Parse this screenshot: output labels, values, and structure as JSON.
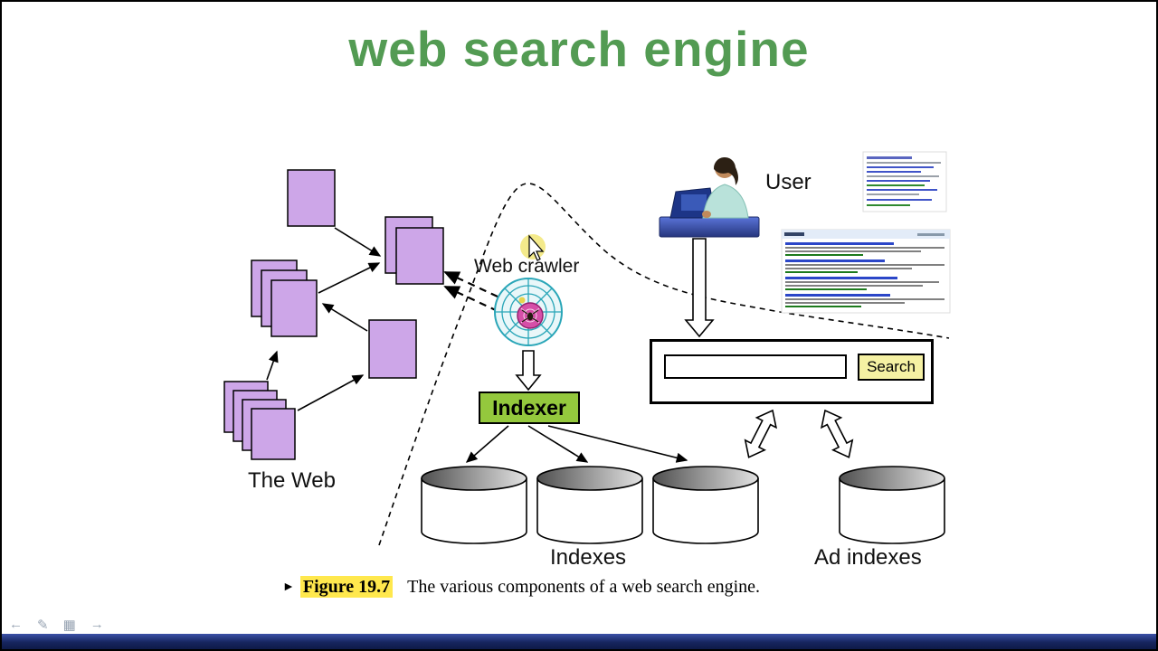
{
  "title": {
    "text": "web search engine"
  },
  "colors": {
    "title_color": "#539b53",
    "page_fill": "#cda6e8",
    "indexer_fill": "#94c83d",
    "search_button_fill": "#f5f1a3",
    "caption_highlight": "#ffe84d"
  },
  "diagram": {
    "the_web_label": "The Web",
    "crawler_label": "Web crawler",
    "user_label": "User",
    "indexer_label": "Indexer",
    "indexes_label": "Indexes",
    "ad_indexes_label": "Ad indexes"
  },
  "search": {
    "input_value": "",
    "button_label": "Search"
  },
  "caption": {
    "marker": "►",
    "figure": "Figure 19.7",
    "text": "The various components of a web search engine."
  },
  "toolbar": {
    "items": [
      {
        "name": "back-arrow-icon",
        "glyph": "←"
      },
      {
        "name": "pen-icon",
        "glyph": "✎"
      },
      {
        "name": "screen-icon",
        "glyph": "▦"
      },
      {
        "name": "forward-arrow-icon",
        "glyph": "→"
      }
    ]
  }
}
